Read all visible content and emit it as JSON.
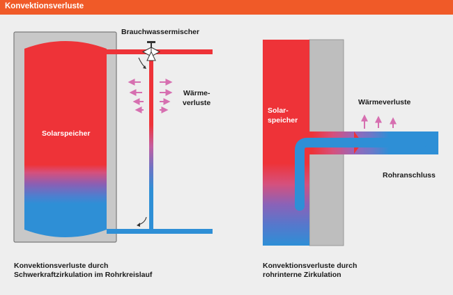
{
  "header": {
    "title": "Konvektionsverluste"
  },
  "colors": {
    "header_bg": "#f05a28",
    "hot": "#ee3338",
    "cold": "#2e8fd6",
    "wall": "#bebebe",
    "tank_casing": "#c8c8c8",
    "heat_arrow": "#d66fb0"
  },
  "left_diagram": {
    "mixer_label": "Brauchwassermischer",
    "storage_label": "Solarspeicher",
    "heat_loss_label_line1": "Wärme-",
    "heat_loss_label_line2": "verluste",
    "caption_line1": "Konvektionsverluste durch",
    "caption_line2": "Schwerkraftzirkulation im Rohrkreislauf"
  },
  "right_diagram": {
    "storage_label_line1": "Solar-",
    "storage_label_line2": "speicher",
    "heat_loss_label": "Wärmeverluste",
    "pipe_label": "Rohranschluss",
    "caption_line1": "Konvektionsverluste durch",
    "caption_line2": "rohrinterne Zirkulation"
  }
}
